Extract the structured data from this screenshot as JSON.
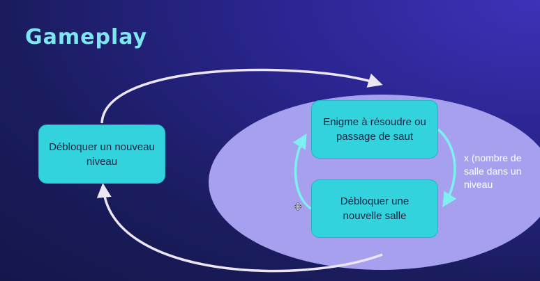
{
  "title": "Gameplay",
  "nodes": {
    "unlock_level": "Débloquer un nouveau niveau",
    "puzzle": "Enigme à résoudre ou passage de saut",
    "unlock_room": "Débloquer une nouvelle salle"
  },
  "loop_note": "x (nombre de salle dans un niveau",
  "colors": {
    "title": "#7fe6ef",
    "box_fill": "#33d3de",
    "ellipse_fill": "#a6a0ee",
    "arrow_outer": "#ece6f4",
    "arrow_inner": "#7ff0f2"
  }
}
